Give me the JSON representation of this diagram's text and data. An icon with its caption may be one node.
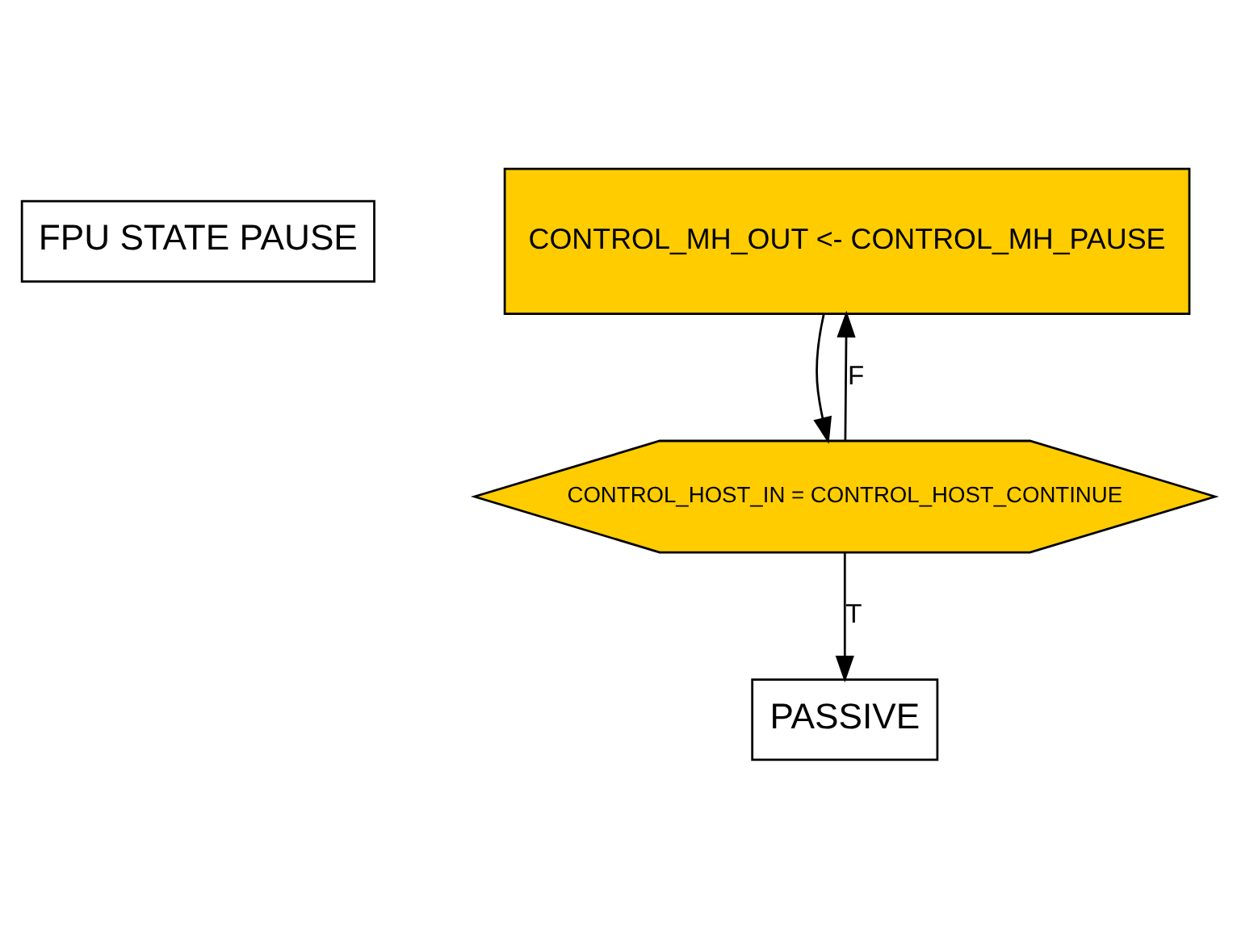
{
  "diagram": {
    "nodes": [
      {
        "text": [
          "FPU STATE PAUSE"
        ]
      },
      {
        "text": [
          "CONTROL_MH_OUT <- CONTROL_MH_PAUSE"
        ]
      },
      {
        "text": [
          "CONTROL_HOST_IN = CONTROL_HOST_CONTINUE"
        ]
      },
      {
        "text": [
          "PASSIVE"
        ]
      }
    ],
    "edges": [
      {
        "from": 1,
        "to": 2,
        "arrow": "to"
      },
      {
        "from": 2,
        "to": 3,
        "arrow": "to",
        "label": "T"
      },
      {
        "from": 2,
        "to": 1,
        "arrow": "to",
        "label": "F"
      }
    ]
  }
}
